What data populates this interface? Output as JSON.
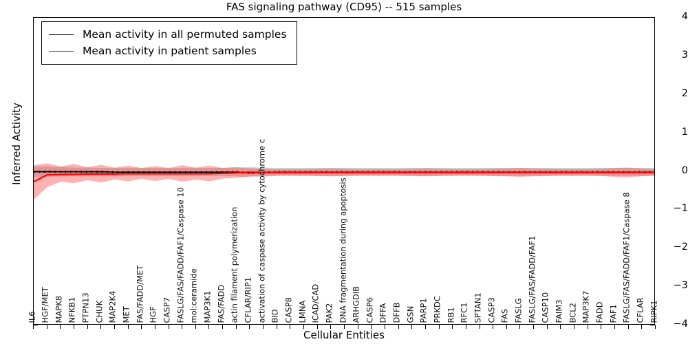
{
  "chart_data": {
    "type": "line",
    "title": "FAS signaling pathway (CD95) -- 515 samples",
    "xlabel": "Cellular Entities",
    "ylabel": "Inferred Activity",
    "ylim": [
      -4,
      4
    ],
    "yticks": [
      4,
      3,
      2,
      1,
      0,
      -1,
      -2,
      -3,
      -4
    ],
    "ytick_labels": [
      "4",
      "3",
      "2",
      "1",
      "0",
      "−1",
      "−2",
      "−3",
      "−4"
    ],
    "grid": false,
    "legend_position": "upper left",
    "legend": [
      {
        "label": "Mean activity in all permuted samples",
        "color": "#000000",
        "style": "solid-dotted"
      },
      {
        "label": "Mean activity in patient samples",
        "color": "#ff0000",
        "style": "solid"
      }
    ],
    "categories": [
      "IL6",
      "HGF/MET",
      "MAPK8",
      "NFKB1",
      "PTPN13",
      "CHUK",
      "MAP2K4",
      "MET",
      "FAS/FADD/MET",
      "HGF",
      "CASP7",
      "FASLG/FAS/FADD/FAF1/Caspase 10",
      "mol:ceramide",
      "MAP3K1",
      "FAS/FADD",
      "actin filament polymerization",
      "CFLAR/RIP1",
      "activation of caspase activity by cytochrome c",
      "BID",
      "CASP8",
      "LMNA",
      "ICAD/CAD",
      "PAK2",
      "DNA fragmentation during apoptosis",
      "ARHGDIB",
      "CASP6",
      "DFFA",
      "DFFB",
      "GSN",
      "PARP1",
      "PRKDC",
      "RB1",
      "RFC1",
      "SPTAN1",
      "CASP3",
      "FAS",
      "FASLG",
      "FASLG/FAS/FADD/FAF1",
      "CASP10",
      "FAIM3",
      "BCL2",
      "MAP3K7",
      "FADD",
      "FAF1",
      "FASLG/FAS/FADD/FAF1/Caspase 8",
      "CFLAR",
      "RIPK1"
    ],
    "series": [
      {
        "name": "Mean activity in all permuted samples",
        "color": "#000000",
        "values": [
          -0.02,
          -0.02,
          -0.02,
          -0.02,
          -0.02,
          -0.02,
          -0.03,
          -0.03,
          -0.03,
          -0.03,
          -0.03,
          -0.03,
          -0.03,
          -0.03,
          -0.03,
          -0.03,
          -0.05,
          -0.04,
          -0.03,
          -0.03,
          -0.03,
          -0.03,
          -0.03,
          -0.03,
          -0.03,
          -0.03,
          -0.03,
          -0.03,
          -0.03,
          -0.03,
          -0.03,
          -0.03,
          -0.03,
          -0.03,
          -0.03,
          -0.03,
          -0.03,
          -0.03,
          -0.03,
          -0.03,
          -0.03,
          -0.03,
          -0.03,
          -0.03,
          -0.03,
          -0.03,
          -0.03
        ],
        "band_upper": [
          0.12,
          0.11,
          0.1,
          0.09,
          0.09,
          0.08,
          0.08,
          0.08,
          0.08,
          0.08,
          0.08,
          0.08,
          0.08,
          0.08,
          0.08,
          0.09,
          0.1,
          0.09,
          0.08,
          0.08,
          0.08,
          0.08,
          0.08,
          0.08,
          0.08,
          0.08,
          0.08,
          0.08,
          0.08,
          0.08,
          0.08,
          0.08,
          0.08,
          0.08,
          0.08,
          0.08,
          0.08,
          0.08,
          0.08,
          0.08,
          0.08,
          0.08,
          0.08,
          0.08,
          0.08,
          0.08,
          0.08
        ],
        "band_lower": [
          -0.16,
          -0.15,
          -0.14,
          -0.13,
          -0.13,
          -0.13,
          -0.13,
          -0.13,
          -0.13,
          -0.13,
          -0.13,
          -0.13,
          -0.13,
          -0.13,
          -0.13,
          -0.14,
          -0.16,
          -0.15,
          -0.13,
          -0.13,
          -0.13,
          -0.13,
          -0.13,
          -0.13,
          -0.13,
          -0.13,
          -0.13,
          -0.13,
          -0.13,
          -0.13,
          -0.13,
          -0.13,
          -0.13,
          -0.13,
          -0.13,
          -0.13,
          -0.13,
          -0.13,
          -0.13,
          -0.13,
          -0.13,
          -0.13,
          -0.13,
          -0.13,
          -0.13,
          -0.13,
          -0.13
        ]
      },
      {
        "name": "Mean activity in patient samples",
        "color": "#ff0000",
        "values": [
          -0.28,
          -0.1,
          -0.09,
          -0.09,
          -0.08,
          -0.08,
          -0.08,
          -0.07,
          -0.07,
          -0.07,
          -0.07,
          -0.07,
          -0.07,
          -0.07,
          -0.06,
          -0.05,
          -0.03,
          -0.04,
          -0.04,
          -0.04,
          -0.04,
          -0.04,
          -0.04,
          -0.04,
          -0.04,
          -0.04,
          -0.04,
          -0.04,
          -0.04,
          -0.04,
          -0.04,
          -0.04,
          -0.04,
          -0.04,
          -0.04,
          -0.04,
          -0.04,
          -0.04,
          -0.04,
          -0.04,
          -0.04,
          -0.04,
          -0.04,
          -0.04,
          -0.04,
          -0.04,
          -0.04
        ],
        "band_upper": [
          0.15,
          0.2,
          0.12,
          0.18,
          0.1,
          0.16,
          0.09,
          0.14,
          0.08,
          0.13,
          0.08,
          0.15,
          0.09,
          0.14,
          0.08,
          0.1,
          0.07,
          0.06,
          0.05,
          0.05,
          0.05,
          0.06,
          0.07,
          0.06,
          0.05,
          0.05,
          0.05,
          0.05,
          0.06,
          0.07,
          0.06,
          0.05,
          0.05,
          0.05,
          0.06,
          0.07,
          0.08,
          0.07,
          0.06,
          0.05,
          0.05,
          0.05,
          0.06,
          0.08,
          0.09,
          0.07,
          0.05
        ],
        "band_lower": [
          -0.75,
          -0.42,
          -0.28,
          -0.32,
          -0.24,
          -0.3,
          -0.22,
          -0.27,
          -0.2,
          -0.26,
          -0.2,
          -0.28,
          -0.22,
          -0.27,
          -0.2,
          -0.18,
          -0.14,
          -0.13,
          -0.12,
          -0.12,
          -0.12,
          -0.13,
          -0.14,
          -0.13,
          -0.12,
          -0.12,
          -0.12,
          -0.12,
          -0.13,
          -0.14,
          -0.13,
          -0.12,
          -0.12,
          -0.12,
          -0.13,
          -0.14,
          -0.15,
          -0.14,
          -0.13,
          -0.12,
          -0.12,
          -0.12,
          -0.13,
          -0.15,
          -0.16,
          -0.14,
          -0.12
        ]
      }
    ]
  }
}
